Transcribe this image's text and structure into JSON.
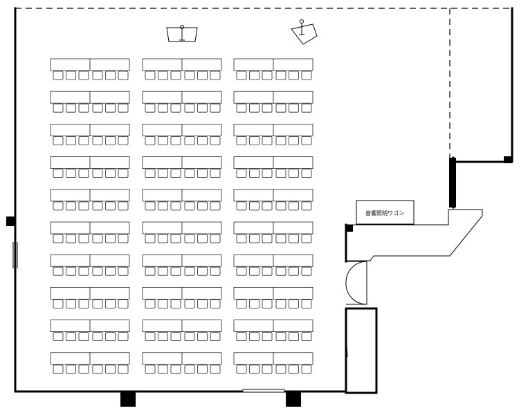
{
  "floor_plan": {
    "wagon_label": "音響照明ワゴン",
    "seating": {
      "rows": 10,
      "columns": 3,
      "tables_per_block": 2,
      "chairs_per_table": 3
    }
  }
}
